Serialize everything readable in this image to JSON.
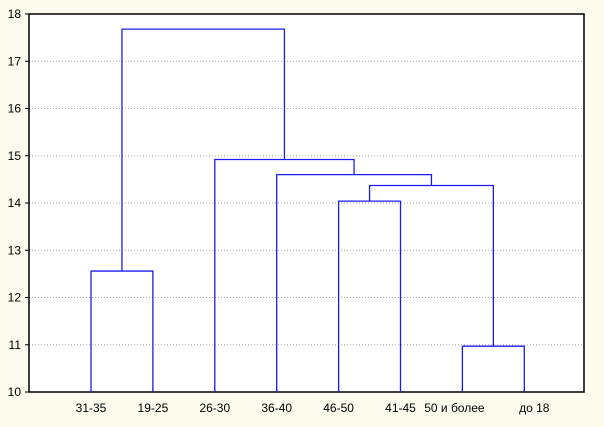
{
  "chart_data": {
    "type": "dendrogram",
    "title": "",
    "xlabel": "",
    "ylabel": "",
    "ylim": [
      10,
      18
    ],
    "yticks": [
      10,
      11,
      12,
      13,
      14,
      15,
      16,
      17,
      18
    ],
    "grid": true,
    "leaves": [
      "31-35",
      "19-25",
      "26-30",
      "36-40",
      "46-50",
      "41-45",
      "50 и более",
      "до 18"
    ],
    "merges": [
      {
        "left": "31-35",
        "right": "19-25",
        "height": 12.56,
        "id": "A"
      },
      {
        "left": "50 и более",
        "right": "до 18",
        "height": 10.97,
        "id": "B"
      },
      {
        "left": "46-50",
        "right": "41-45",
        "height": 14.04,
        "id": "C"
      },
      {
        "left": "C",
        "right": "B",
        "height": 14.37,
        "id": "D"
      },
      {
        "left": "36-40",
        "right": "D",
        "height": 14.6,
        "id": "E"
      },
      {
        "left": "26-30",
        "right": "E",
        "height": 14.92,
        "id": "F"
      },
      {
        "left": "A",
        "right": "F",
        "height": 17.68,
        "id": "G"
      }
    ],
    "line_color": "#1c1cf0"
  }
}
